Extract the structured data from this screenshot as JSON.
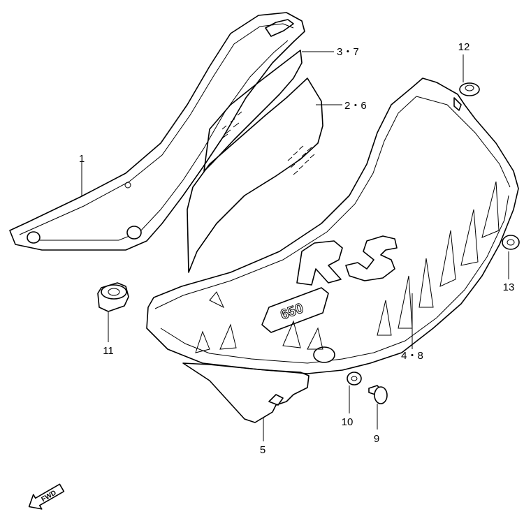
{
  "labels": {
    "p1": "1",
    "p37": "3・7",
    "p26": "2・6",
    "p12": "12",
    "p13": "13",
    "p11": "11",
    "p48": "4・8",
    "p5": "5",
    "p10": "10",
    "p9": "9"
  },
  "fwd": "FWD",
  "decals": {
    "rs": "RS",
    "n650": "650"
  }
}
